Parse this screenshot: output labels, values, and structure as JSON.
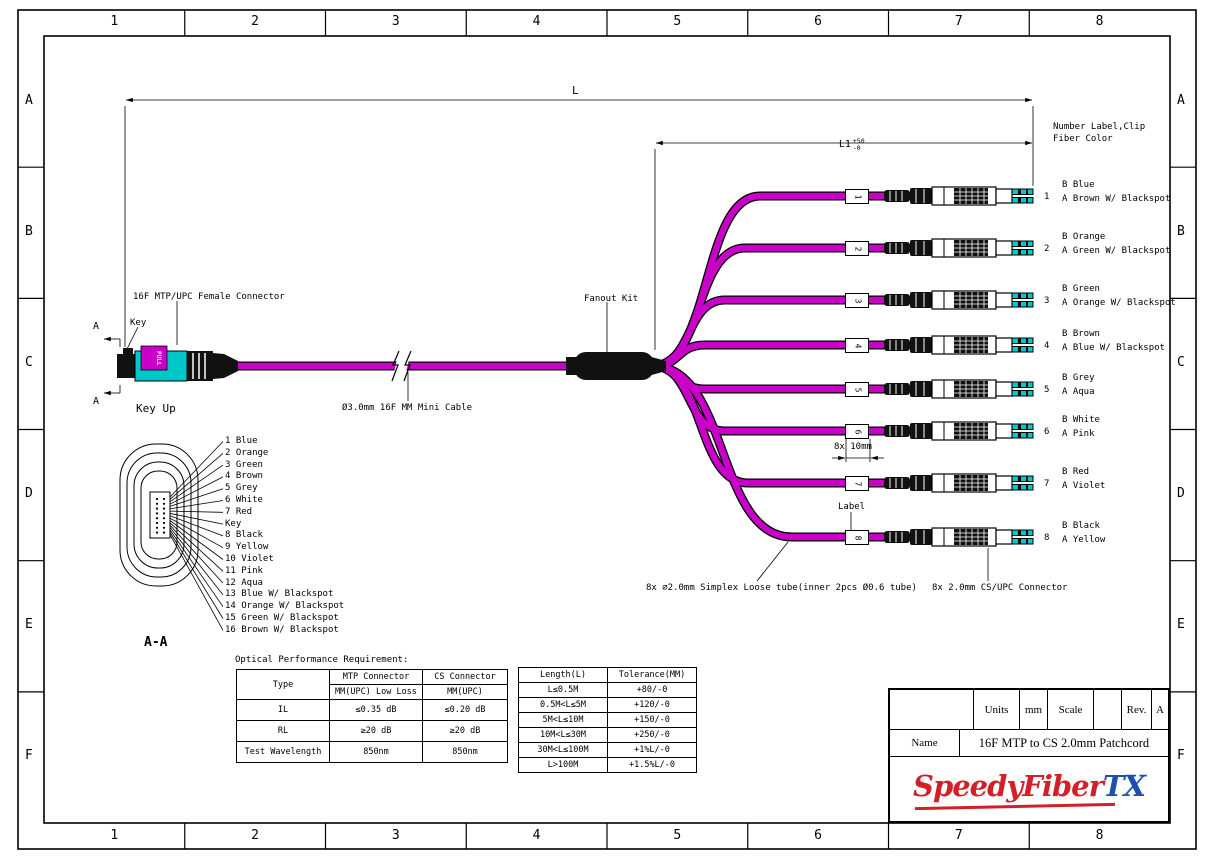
{
  "frame": {
    "cols": [
      "1",
      "2",
      "3",
      "4",
      "5",
      "6",
      "7",
      "8"
    ],
    "rows": [
      "A",
      "B",
      "C",
      "D",
      "E",
      "F"
    ]
  },
  "annotations": {
    "dim_L": "L",
    "dim_L1": "L1",
    "dim_L1_sup": "+50",
    "dim_L1_sub": "-0",
    "number_note1": "Number Label,Clip",
    "number_note2": "Fiber Color",
    "mtp_connector_label": "16F MTP/UPC Female Connector",
    "key_label": "Key",
    "key_up_label": "Key Up",
    "pull_label": "PULL",
    "section_letter": "A",
    "cable_label": "Ø3.0mm 16F MM Mini Cable",
    "fanout_label": "Fanout Kit",
    "dim_8x10": "8x 10mm",
    "label_callout": "Label",
    "loose_tube_note": "8x ∅2.0mm Simplex Loose tube(inner 2pcs Ø0.6 tube)",
    "cs_connector_note": "8x 2.0mm CS/UPC Connector",
    "section_title": "A-A"
  },
  "branches": [
    {
      "num": "1",
      "b": "B Blue",
      "a": "A Brown W/ Blackspot"
    },
    {
      "num": "2",
      "b": "B Orange",
      "a": "A Green W/ Blackspot"
    },
    {
      "num": "3",
      "b": "B Green",
      "a": "A Orange W/ Blackspot"
    },
    {
      "num": "4",
      "b": "B Brown",
      "a": "A Blue W/ Blackspot"
    },
    {
      "num": "5",
      "b": "B Grey",
      "a": "A Aqua"
    },
    {
      "num": "6",
      "b": "B White",
      "a": "A Pink"
    },
    {
      "num": "7",
      "b": "B Red",
      "a": "A Violet"
    },
    {
      "num": "8",
      "b": "B Black",
      "a": "A Yellow"
    }
  ],
  "fiber_legend": [
    "1 Blue",
    "2 Orange",
    "3 Green",
    "4 Brown",
    "5 Grey",
    "6 White",
    "7 Red",
    "Key",
    "8 Black",
    "9 Yellow",
    "10 Violet",
    "11 Pink",
    "12 Aqua",
    "13 Blue W/ Blackspot",
    "14 Orange W/ Blackspot",
    "15 Green W/ Blackspot",
    "16 Brown W/ Blackspot"
  ],
  "optical_table": {
    "title": "Optical Performance Requirement:",
    "col1_header": "Type",
    "col2_header": "MTP Connector",
    "col3_header": "CS Connector",
    "col2_sub": "MM(UPC) Low Loss",
    "col3_sub": "MM(UPC)",
    "rows": [
      {
        "label": "IL",
        "mtp": "≤0.35 dB",
        "cs": "≤0.20 dB"
      },
      {
        "label": "RL",
        "mtp": "≥20 dB",
        "cs": "≥20 dB"
      },
      {
        "label": "Test Wavelength",
        "mtp": "850nm",
        "cs": "850nm"
      }
    ]
  },
  "length_table": {
    "headers": [
      "Length(L)",
      "Tolerance(MM)"
    ],
    "rows": [
      [
        "L≤0.5M",
        "+80/-0"
      ],
      [
        "0.5M<L≤5M",
        "+120/-0"
      ],
      [
        "5M<L≤10M",
        "+150/-0"
      ],
      [
        "10M<L≤30M",
        "+250/-0"
      ],
      [
        "30M<L≤100M",
        "+1%L/-0"
      ],
      [
        "L>100M",
        "+1.5%L/-0"
      ]
    ]
  },
  "title_block": {
    "units_label": "Units",
    "units_value": "mm",
    "scale_label": "Scale",
    "scale_value": "",
    "rev_label": "Rev.",
    "rev_value": "A",
    "name_label": "Name",
    "name_value": "16F MTP to CS 2.0mm Patchcord",
    "logo_speedyfiber": "SpeedyFiber",
    "logo_tx": "TX"
  },
  "colors": {
    "cable_magenta": "#c800c8",
    "connector_aqua": "#00c8c8",
    "logo_red": "#d22028",
    "logo_blue": "#1c4fae"
  }
}
